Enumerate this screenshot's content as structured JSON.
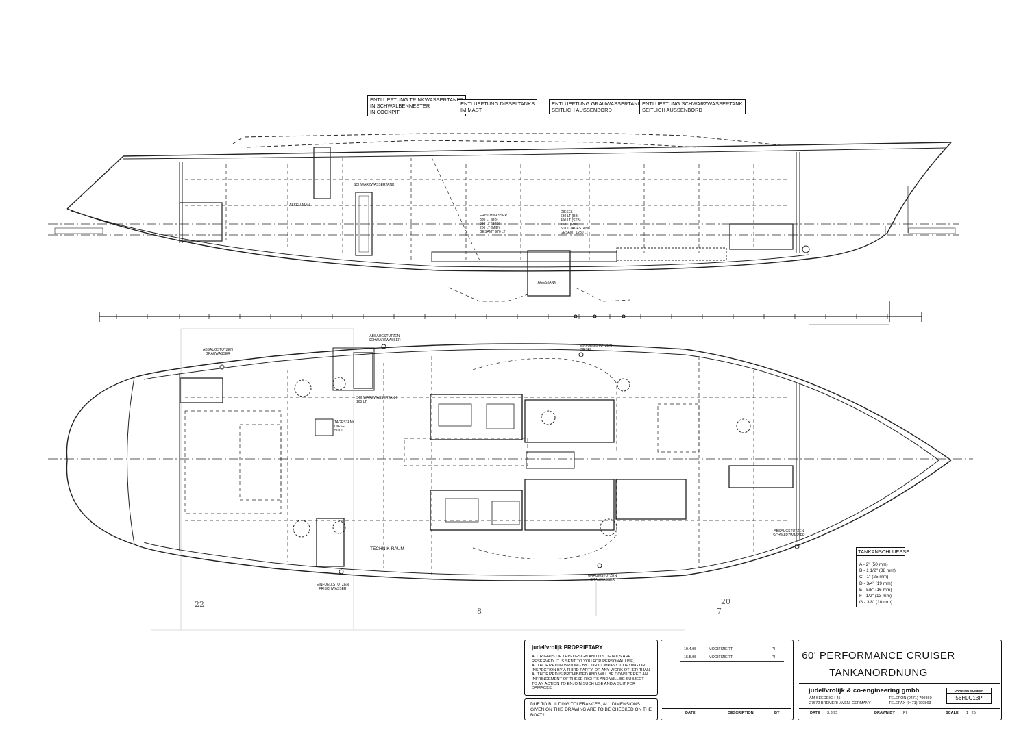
{
  "vent_labels": [
    {
      "lines": [
        "ENTLUEFTUNG TRINKWASSERTANKS",
        "IN SCHWALBENNESTER",
        "IN COCKPIT"
      ]
    },
    {
      "lines": [
        "ENTLUEFTUNG DIESELTANKS",
        "IM MAST"
      ]
    },
    {
      "lines": [
        "ENTLUEFTUNG GRAUWASSERTANK",
        "SEITLICH AUSSENBORD"
      ]
    },
    {
      "lines": [
        "ENTLUEFTUNG SCHWARZWASSERTANK",
        "SEITLICH AUSSENBORD"
      ]
    }
  ],
  "profile_labels": {
    "schwarzwassertank": "SCHWARZWASSERTANK",
    "assellman": "ASSELLMAN",
    "frischwasser": "FRISCHWASSER",
    "frischwasser_values": [
      "380 LT (BB)",
      "390 LT (STB)",
      "200 LT (MID)",
      "GESAMT 970 LT"
    ],
    "diesel": "DIESEL",
    "diesel_values": [
      "630 LT (BB)",
      "490 LT (STB)",
      "75 LT (MID)",
      "50 LT TAGESTANK",
      "GESAMT 1230 LT"
    ],
    "tagestank": "TAGESTANK"
  },
  "plan_labels": {
    "absaug_grau": [
      "ABSAUGSTUTZEN",
      "GRAUWASSER"
    ],
    "absaug_schwarz_top": [
      "ABSAUGSTUTZEN",
      "SCHWARZWASSER"
    ],
    "einfuell_diesel": [
      "EINFUELLSTUTZEN",
      "DIESEL"
    ],
    "schwarzwassertank_plan": [
      "SCHWARZWASSERTANK",
      "165 LT"
    ],
    "tagestank_plan": [
      "TAGESTANK",
      "DIESEL",
      "50 LT"
    ],
    "technik_raum": "TECHNIK-RAUM",
    "einfuell_frisch": [
      "EINFUELLSTUTZEN",
      "FRISCHWASSER"
    ],
    "graustutzen": [
      "GRAUWSTUTZEN",
      "GRAUWASSER"
    ],
    "absaug_schwarz_bottom": [
      "ABSAUGSTUTZEN",
      "SCHWARZWASSER"
    ]
  },
  "legend": {
    "title": "TANKANSCHLUESSE",
    "rows": [
      "A - 2\" (50 mm)",
      "B - 1 1/2\" (38 mm)",
      "C - 1\" (25 mm)",
      "D - 3/4\" (19 mm)",
      "E - 5/8\" (16 mm)",
      "F - 1/2\" (13 mm)",
      "G - 3/8\" (10 mm)"
    ]
  },
  "proprietary": {
    "title": "judel/vrolijk PROPRIETARY",
    "text": "ALL RIGHTS OF THIS DESIGN AND ITS DETAILS ARE RESERVED. IT IS SENT TO YOU FOR PERSONAL USE, AUTHORIZED IN WRITING BY OUR COMPANY. COPYING OR INSPECTION BY A THIRD PARTY, OR ANY WORK OTHER THAN AUTHORIZED IS PROHIBITED AND WILL BE CONSIDERED AN INFRINGEMENT OF THESE RIGHTS AND WILL BE SUBJECT TO AN ACTION TO ENJOIN SUCH USE AND A SUIT FOR DAMAGES."
  },
  "tolerance_note": "DUE TO BUILDING TOLERANCES, ALL DIMENSIONS GIVEN ON THIS DRAWING ARE TO BE CHECKED ON THE BOAT !",
  "revisions": [
    {
      "date": "19.4.95",
      "description": "MODIFIZIERT",
      "by": "Pl"
    },
    {
      "date": "15.5.95",
      "description": "MODIFIZIERT",
      "by": "Pl"
    }
  ],
  "revision_footer": {
    "date": "DATE",
    "description": "DESCRIPTION",
    "by": "BY"
  },
  "title_block": {
    "title_line1": "60' PERFORMANCE CRUISER",
    "title_line2": "TANKANORDNUNG",
    "company": "judel/vrolijk & co-engineering gmbh",
    "address_line1": "AM SEEDEICH 45",
    "address_line2": "27572 BREMERHAVEN, GERMANY",
    "phone": "TELEFON (0471) 799860",
    "fax": "TELEFAX (0471) 799863",
    "drawing_number_label": "DRAWING NUMBER",
    "drawing_number": "56H0C13P",
    "date_label": "DATE",
    "date": "3.3.95",
    "drawn_by_label": "DRAWN BY",
    "drawn_by": "Pl",
    "scale_label": "SCALE",
    "scale": "1 : 25"
  },
  "handwritten": [
    "22",
    "8",
    "20",
    "7"
  ]
}
